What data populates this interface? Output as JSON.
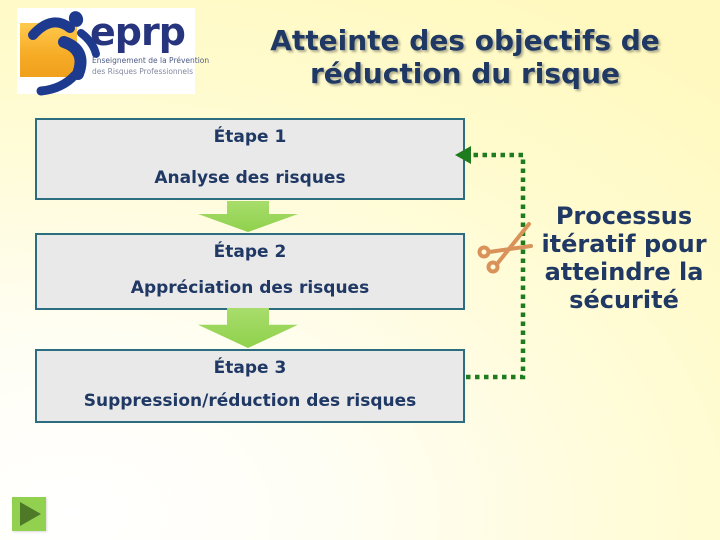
{
  "slide": {
    "title": "Atteinte des objectifs de\nréduction du risque"
  },
  "logo": {
    "brand": "eprp",
    "tagline_line1": "Enseignement de la Prévention",
    "tagline_line2": "des Risques Professionnels"
  },
  "steps": [
    {
      "heading": "Étape 1",
      "label": "Analyse des risques"
    },
    {
      "heading": "Étape 2",
      "label": "Appréciation des risques"
    },
    {
      "heading": "Étape 3",
      "label": "Suppression/réduction des risques"
    }
  ],
  "annotation": {
    "text": "Processus\nitératif pour\natteindre la\nsécurité"
  },
  "icons": {
    "down_arrow": "flow down arrow",
    "loop_arrow": "iterative loop dotted arrow",
    "scissors": "scissors cutting loop",
    "nav_next": "next slide"
  },
  "colors": {
    "background_yellow": "#fff9c0",
    "title_navy": "#1f3864",
    "box_fill": "#e9e9e9",
    "box_border": "#2c6e80",
    "block_arrow_green": "#8fd14c",
    "loop_green": "#1e7b1e",
    "scissors_orange": "#d9935a",
    "nav_green": "#92d04f",
    "nav_triangle": "#4e7a28",
    "logo_yellow": "#f6ab25",
    "logo_navy": "#1e3a8e"
  }
}
